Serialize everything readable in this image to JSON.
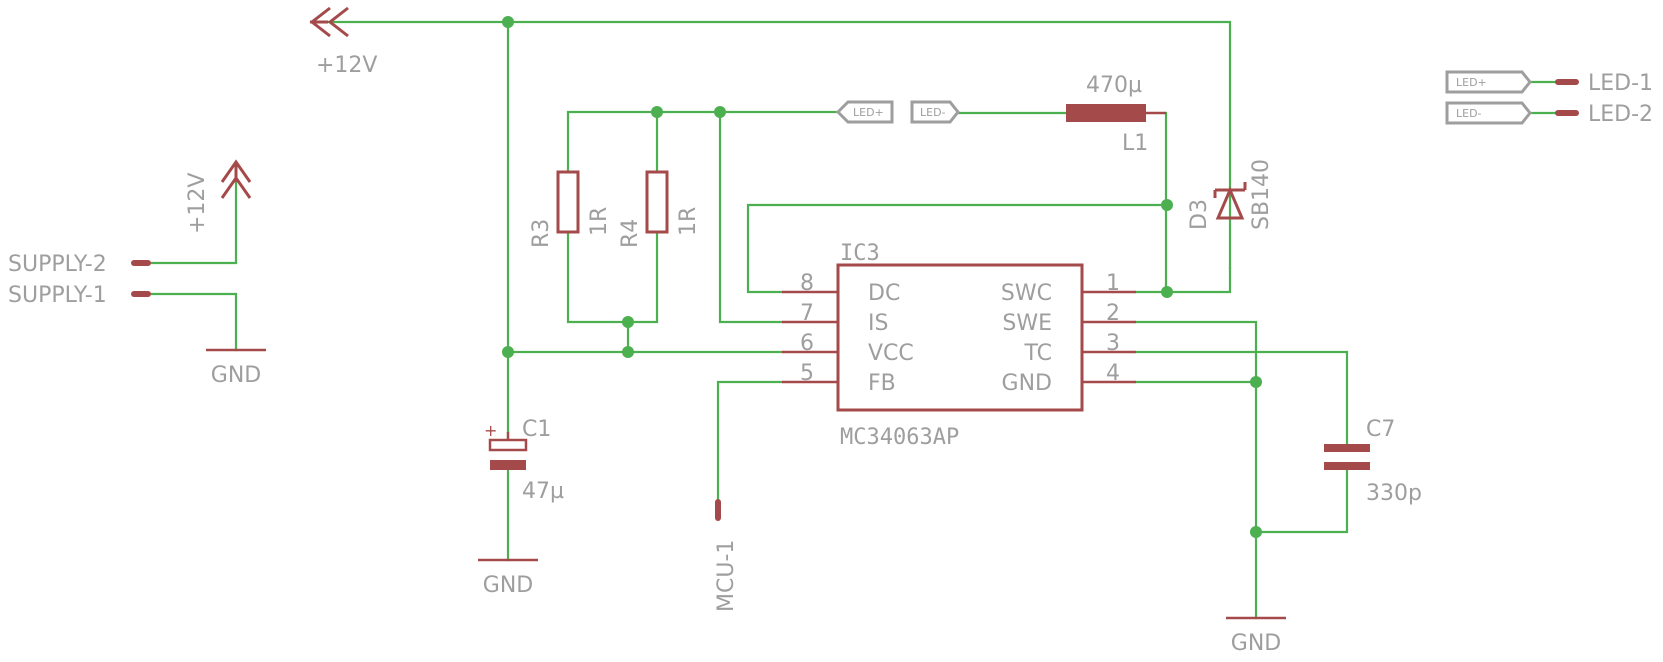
{
  "labels": {
    "supply_12v_top": "+12V",
    "supply_12v_left": "+12V",
    "gnd_left": "GND",
    "gnd_c1": "GND",
    "gnd_right": "GND",
    "supply2": "SUPPLY-2",
    "supply1": "SUPPLY-1",
    "led1": "LED-1",
    "led2": "LED-2",
    "mcu1": "MCU-1",
    "tag_ledp_main": "LED+",
    "tag_ledm_main": "LED-",
    "tag_ledp_side": "LED+",
    "tag_ledm_side": "LED-"
  },
  "components": {
    "r3": {
      "name": "R3",
      "value": "1R"
    },
    "r4": {
      "name": "R4",
      "value": "1R"
    },
    "l1": {
      "name": "L1",
      "value": "470µ"
    },
    "d3": {
      "name": "D3",
      "value": "SB140"
    },
    "c1": {
      "name": "C1",
      "value": "47µ",
      "polarity": "+"
    },
    "c7": {
      "name": "C7",
      "value": "330p"
    },
    "ic3": {
      "name": "IC3",
      "part": "MC34063AP",
      "pins_left": [
        {
          "num": "8",
          "name": "DC"
        },
        {
          "num": "7",
          "name": "IS"
        },
        {
          "num": "6",
          "name": "VCC"
        },
        {
          "num": "5",
          "name": "FB"
        }
      ],
      "pins_right": [
        {
          "num": "1",
          "name": "SWC"
        },
        {
          "num": "2",
          "name": "SWE"
        },
        {
          "num": "3",
          "name": "TC"
        },
        {
          "num": "4",
          "name": "GND"
        }
      ]
    }
  },
  "colors": {
    "wire": "#4caf50",
    "part": "#a54a4a",
    "label": "#9e9e9e"
  }
}
